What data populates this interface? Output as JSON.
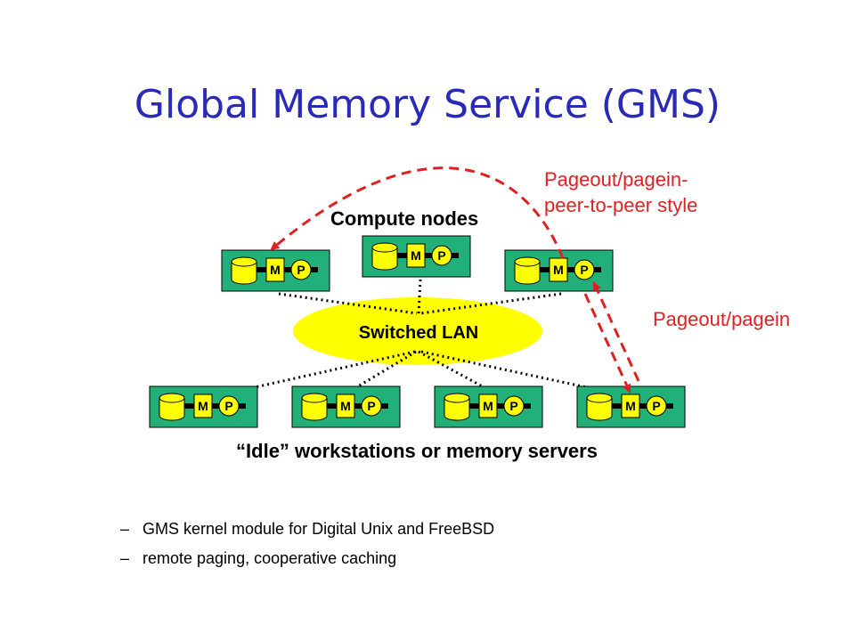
{
  "slide": {
    "title": "Global Memory Service (GMS)",
    "compute_label": "Compute nodes",
    "lan_label": "Switched LAN",
    "idle_label": "“Idle” workstations or memory servers",
    "p2p_label_line1": "Pageout/pagein-",
    "p2p_label_line2": "peer-to-peer style",
    "pageout_label": "Pageout/pagein",
    "node_m": "M",
    "node_p": "P",
    "bullets": [
      "GMS kernel module for Digital Unix and FreeBSD",
      "remote paging,  cooperative caching"
    ],
    "bullet_dash": "–"
  },
  "colors": {
    "title": "#2a2ab8",
    "node_fill": "#22b07a",
    "cylinder_fill": "#ffff00",
    "lan_fill": "#ffff00",
    "arrow": "#e02020"
  }
}
